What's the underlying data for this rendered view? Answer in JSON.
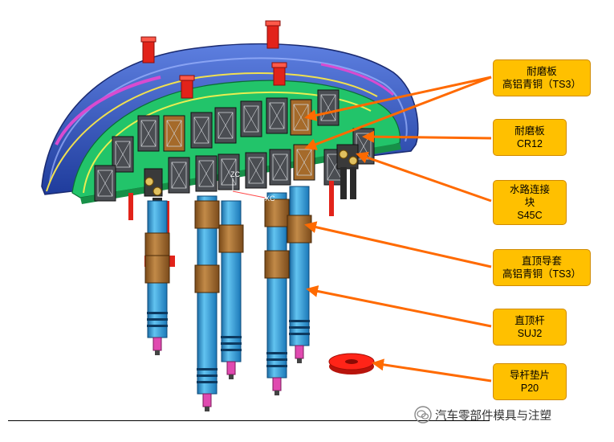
{
  "callouts": [
    {
      "id": "wear-plate-ts3",
      "line1": "耐磨板",
      "line2": "高铝青铜（TS3）"
    },
    {
      "id": "wear-plate-cr12",
      "line1": "耐磨板",
      "line2": "CR12"
    },
    {
      "id": "water-block",
      "line1": "水路连接",
      "line2": "块",
      "line3": "S45C"
    },
    {
      "id": "guide-sleeve",
      "line1": "直顶导套",
      "line2": "高铝青铜（TS3）"
    },
    {
      "id": "lifter-rod",
      "line1": "直顶杆",
      "line2": "SUJ2"
    },
    {
      "id": "rod-washer",
      "line1": "导杆垫片",
      "line2": "P20"
    }
  ],
  "axis_labels": {
    "zc": "ZC",
    "xc": "XC"
  },
  "watermark": {
    "text": "汽车零部件模具与注塑"
  },
  "colors": {
    "callout_fill": "#ffc000",
    "arrow": "#ff6a00",
    "mold_green": "#22c46a",
    "mold_blue": "#2c56c8",
    "rod_blue": "#2fa3dc",
    "bronze": "#a56a2a",
    "red": "#e2231a"
  }
}
